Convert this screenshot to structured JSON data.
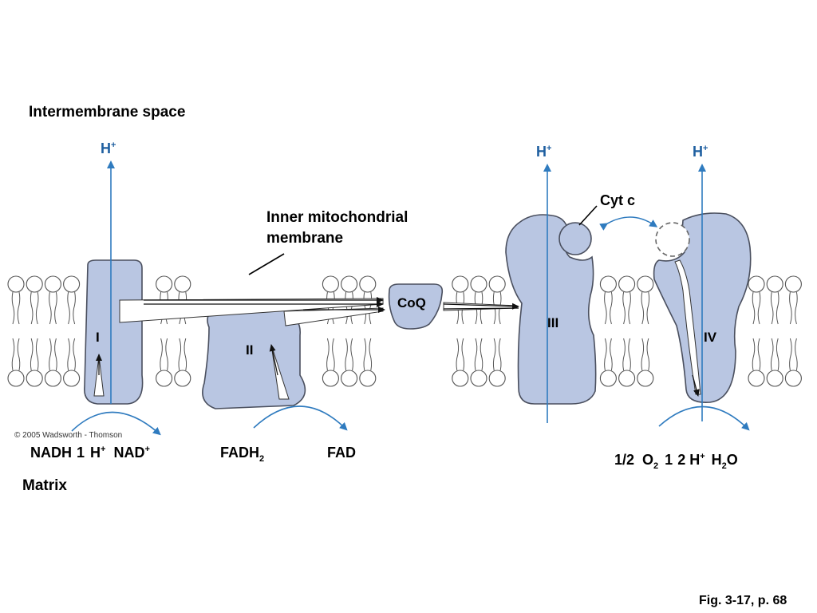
{
  "labels": {
    "intermembrane_space": "Intermembrane space",
    "inner_membrane_line1": "Inner mitochondrial",
    "inner_membrane_line2": "membrane",
    "matrix": "Matrix",
    "cyt_c": "Cyt c",
    "coq": "CoQ",
    "copyright": "© 2005 Wadsworth - Thomson",
    "figure_ref": "Fig. 3-17, p. 68"
  },
  "complexes": {
    "I": "I",
    "II": "II",
    "III": "III",
    "IV": "IV"
  },
  "protons": {
    "h_complex_I": "H+",
    "h_complex_III": "H+",
    "h_complex_IV": "H+"
  },
  "reactions": {
    "complex_I": {
      "nadh": "NADH",
      "plus": "1",
      "h": "H+",
      "nad": "NAD+"
    },
    "complex_II": {
      "fadh2": "FADH2",
      "fad": "FAD"
    },
    "complex_IV": {
      "half": "1/2",
      "o2": "O2",
      "plus": "1",
      "two_h": "2 H+",
      "h2o": "H2O"
    }
  },
  "colors": {
    "protein_fill": "#b9c6e2",
    "proton_arrow": "#2f7bbf",
    "proton_text": "#1f5fa0"
  }
}
